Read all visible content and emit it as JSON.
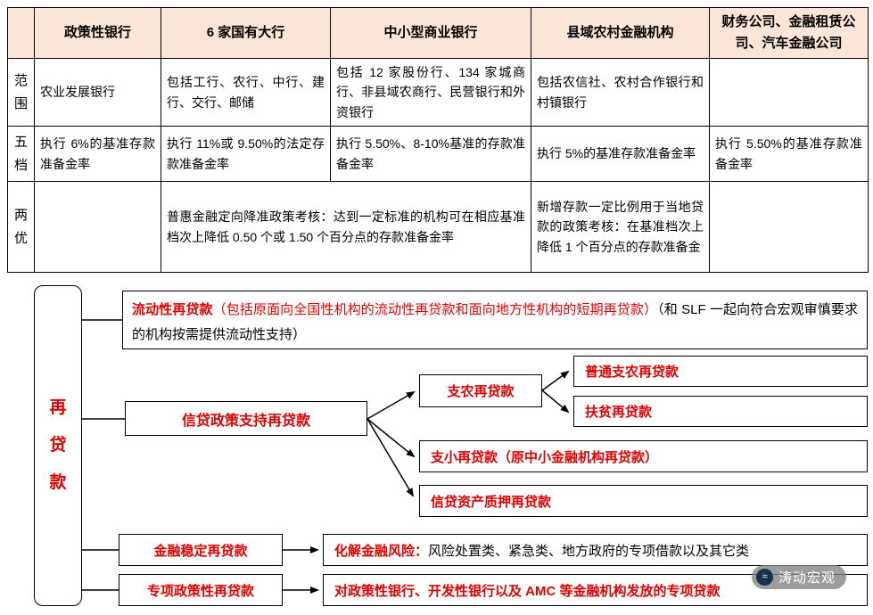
{
  "colors": {
    "table_header_bg": "#fbe5d6",
    "accent_red": "#e00000"
  },
  "table": {
    "header": [
      "",
      "政策性银行",
      "6 家国有大行",
      "中小型商业银行",
      "县域农村金融机构",
      "财务公司、金融租赁公司、汽车金融公司"
    ],
    "row_scope": {
      "label": "范围",
      "c1": "农业发展银行",
      "c2": "包括工行、农行、中行、建行、交行、邮储",
      "c3": "包括 12 家股份行、134 家城商行、非县域农商行、民营银行和外资银行",
      "c4": "包括农信社、农村合作银行和村镇银行",
      "c5": ""
    },
    "row_tiers": {
      "label": "五档",
      "c1": "执行 6%的基准存款准备金率",
      "c2": "执行 11%或 9.50%的法定存款准备金率",
      "c3": "执行 5.50%、8-10%基准的存款准备金率",
      "c4": "执行 5%的基准存款准备金率",
      "c5": "执行 5.50%的基准存款准备金率"
    },
    "row_prefs": {
      "label": "两优",
      "c1": "",
      "c23": "普惠金融定向降准政策考核：达到一定标准的机构可在相应基准档次上降低 0.50 个或 1.50 个百分点的存款准备金率",
      "c4": "新增存款一定比例用于当地贷款的政策考核：在基准档次上降低 1 个百分点的存款准备金",
      "c5": ""
    }
  },
  "diagram": {
    "root_label": "再贷款",
    "liquidity_title": "流动性再贷款",
    "liquidity_red_note": "（包括原面向全国性机构的流动性再贷款和面向地方性机构的短期再贷款）",
    "liquidity_black_note": "（和 SLF 一起向符合宏观审慎要求的机构按需提供流动性支持）",
    "credit_policy_label": "信贷政策支持再贷款",
    "agri_label": "支农再贷款",
    "agri_normal_label": "普通支农再贷款",
    "poverty_label": "扶贫再贷款",
    "small_label": "支小再贷款（原中小金融机构再贷款）",
    "pledge_label": "信贷资产质押再贷款",
    "stability_label": "金融稳定再贷款",
    "stability_note_title": "化解金融风险：",
    "stability_note_body": "风险处置类、紧急类、地方政府的专项借款以及其它类",
    "special_label": "专项政策性再贷款",
    "special_note": "对政策性银行、开发性银行以及 AMC 等金融机构发放的专项贷款"
  },
  "watermark": {
    "text": "涛动宏观",
    "logo_glyph": "≈"
  }
}
